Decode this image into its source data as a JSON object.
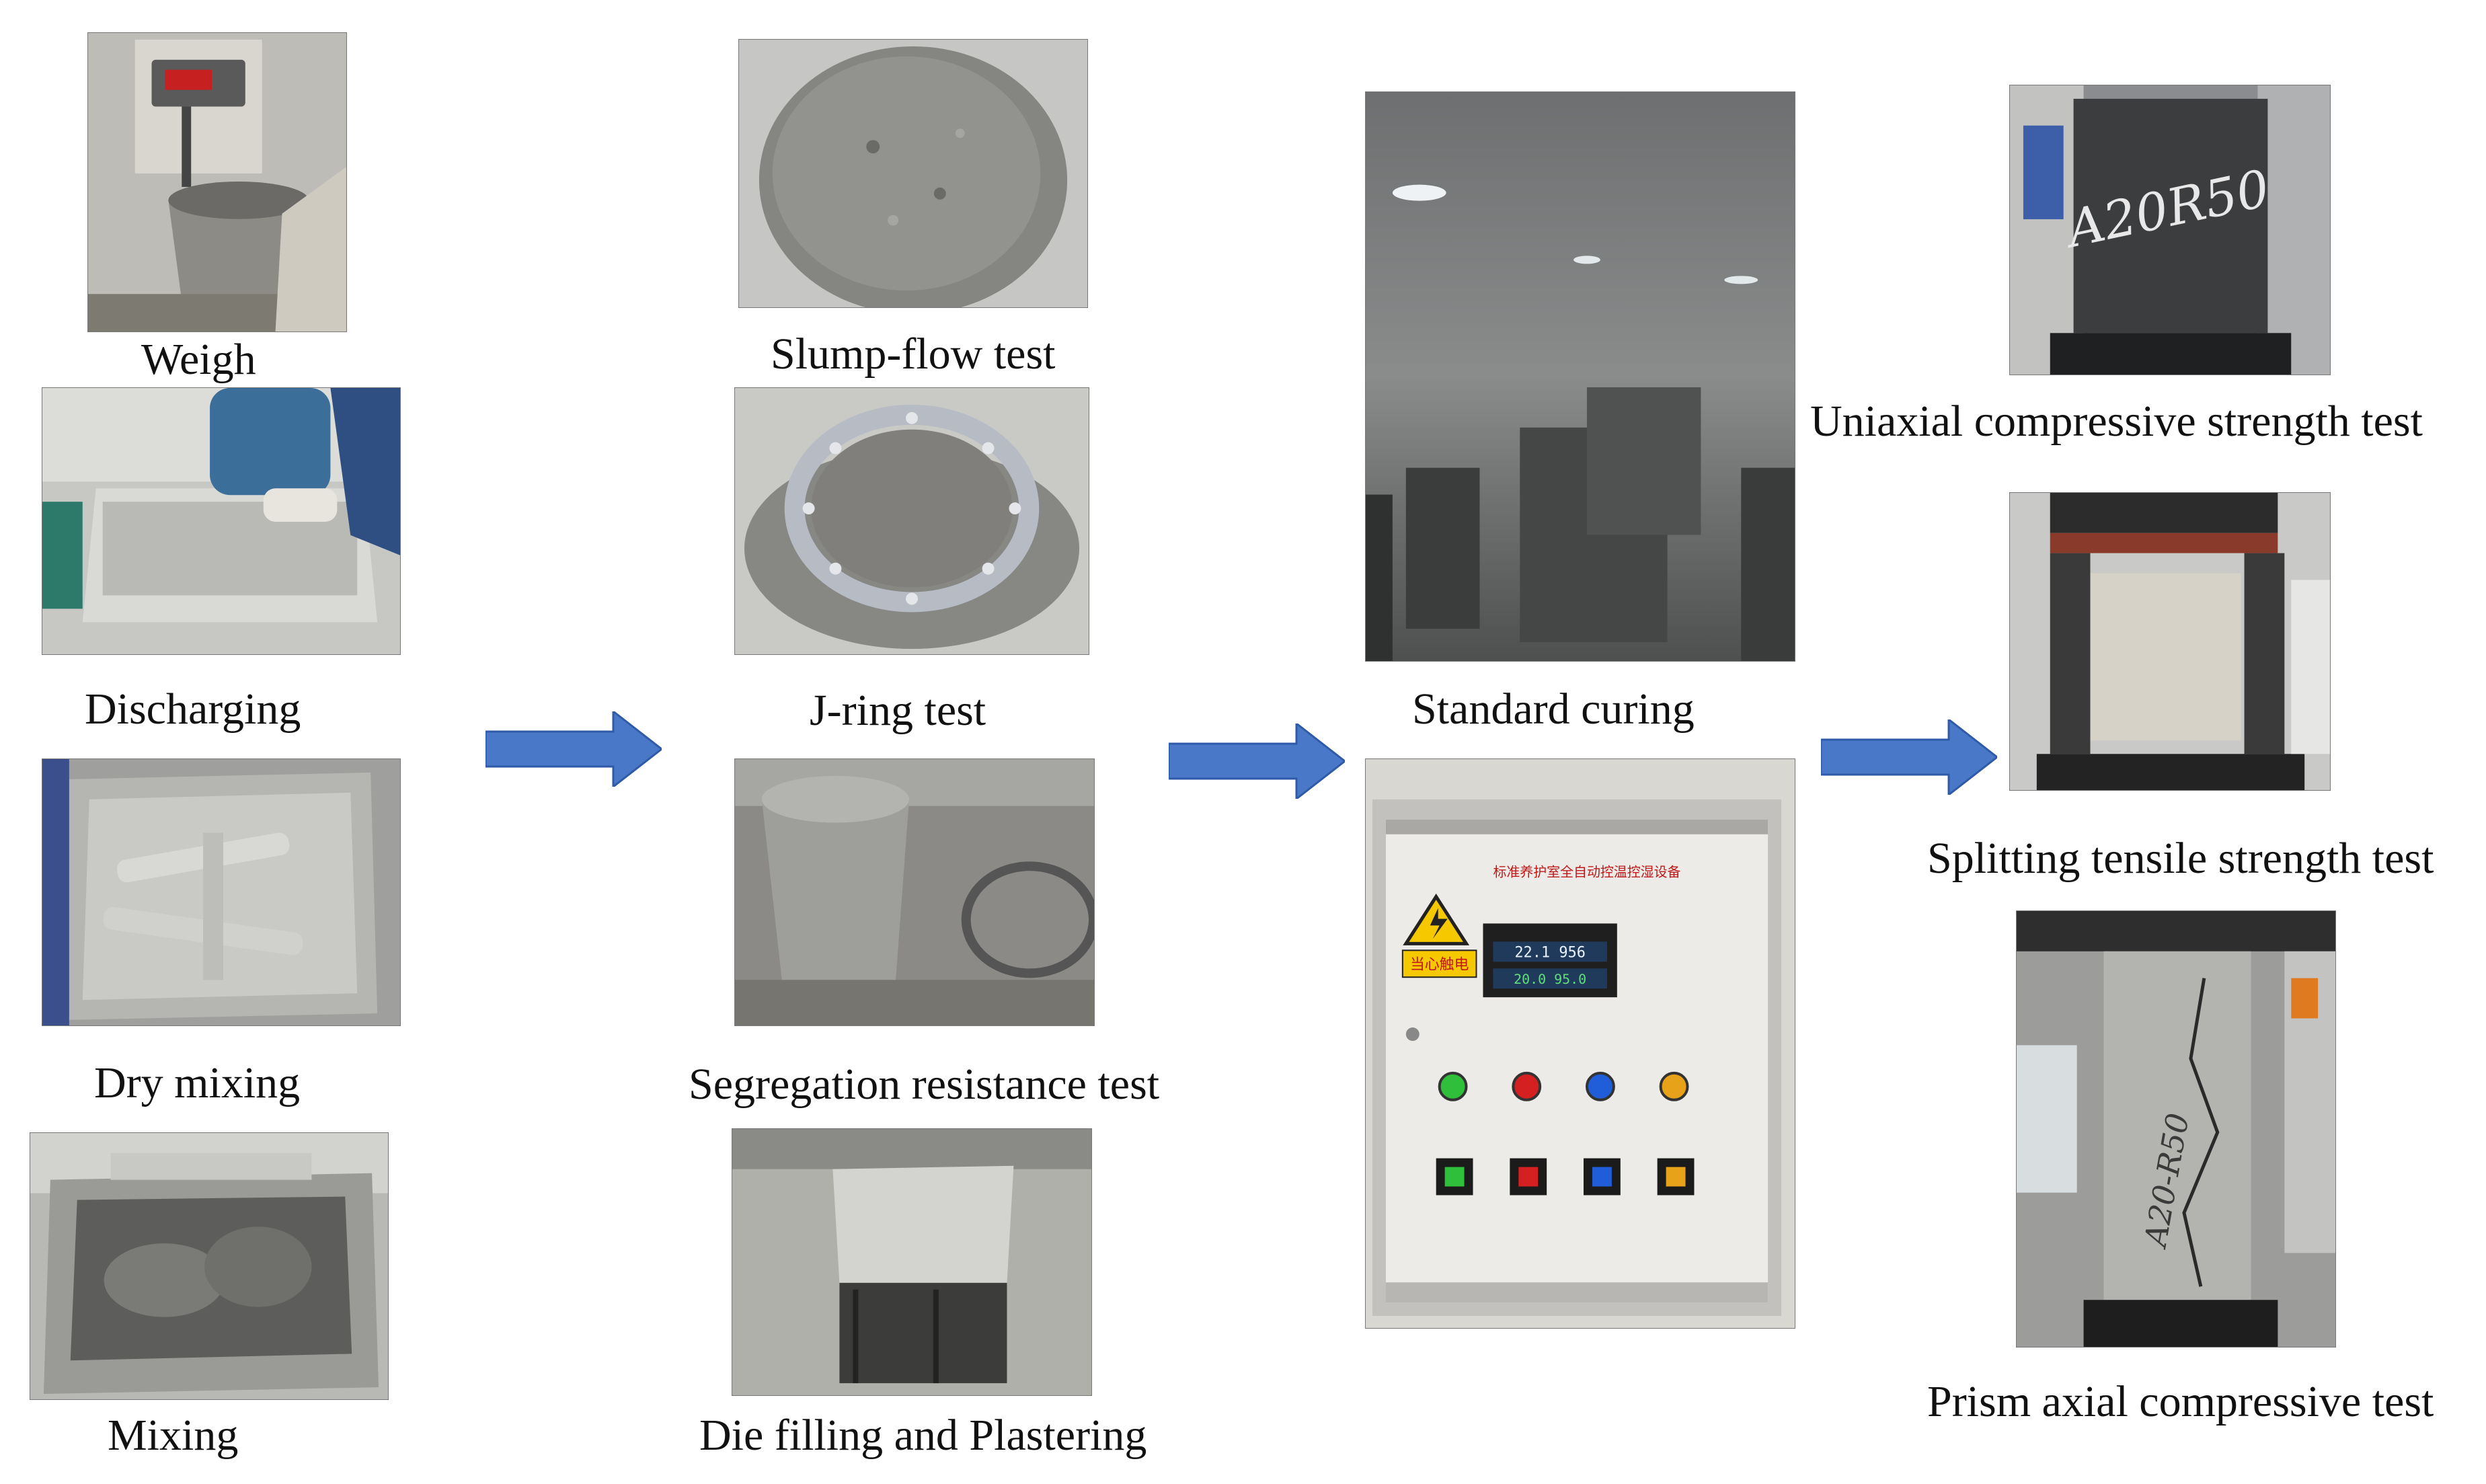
{
  "columns": [
    {
      "steps": [
        {
          "label": "Weigh"
        },
        {
          "label": "Discharging"
        },
        {
          "label": "Dry mixing"
        },
        {
          "label": "Mixing"
        }
      ]
    },
    {
      "steps": [
        {
          "label": "Slump-flow test"
        },
        {
          "label": "J-ring test"
        },
        {
          "label": "Segregation resistance test"
        },
        {
          "label": "Die filling and Plastering"
        }
      ]
    },
    {
      "steps": [
        {
          "label": "Standard curing"
        }
      ],
      "panel": {
        "title": "标准养护室全自动控温控湿设备",
        "warning": "当心触电",
        "display_top": "22.1 956",
        "display_bottom": "20.0 95.0",
        "lamp_colors": [
          "#2fbf3a",
          "#d42020",
          "#1f5ed8",
          "#e8a21a"
        ]
      }
    },
    {
      "steps": [
        {
          "label": "Uniaxial compressive strength test"
        },
        {
          "label": "Splitting tensile strength test"
        },
        {
          "label": "Prism axial compressive test"
        }
      ],
      "specimen_marks": [
        "A20R50",
        "A20-R50"
      ]
    }
  ],
  "arrow_color": "#4a78c8"
}
